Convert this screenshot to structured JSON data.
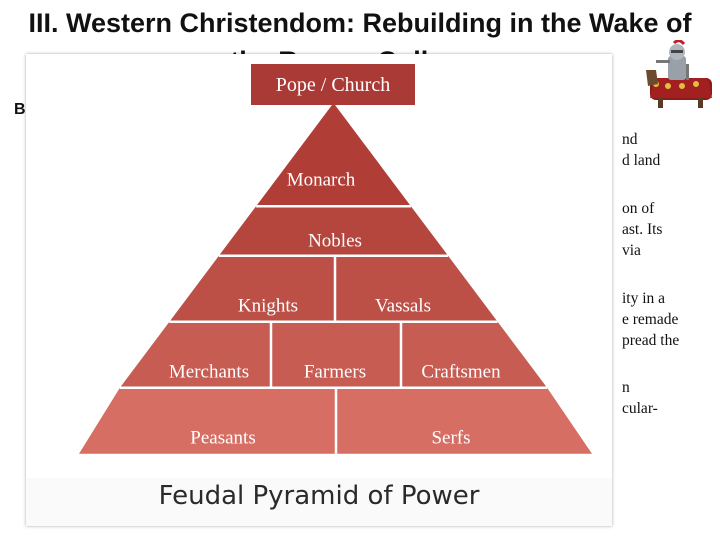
{
  "slide": {
    "title_line1": "III. Western Christendom: Rebuilding in the Wake of",
    "title_line2": "the Roman Collapse",
    "bullet_letter": "B"
  },
  "side_text_fragments": [
    "nd",
    "d land",
    "on of",
    "ast. Its",
    "via",
    "ity in a",
    "e remade",
    "pread the",
    "n",
    "cular-"
  ],
  "diagram": {
    "caption": "Feudal Pyramid of Power",
    "apex": "Pope / Church",
    "tiers": [
      [
        "Monarch"
      ],
      [
        "Nobles"
      ],
      [
        "Knights",
        "Vassals"
      ],
      [
        "Merchants",
        "Farmers",
        "Craftsmen"
      ],
      [
        "Peasants",
        "Serfs"
      ]
    ],
    "colors": {
      "apex": "#A93A35",
      "tier1": "#B03D36",
      "tier2": "#B5463E",
      "tier3": "#BC4F46",
      "tier4": "#C65C52",
      "tier5": "#D66E64",
      "separator": "#ffffff"
    }
  }
}
